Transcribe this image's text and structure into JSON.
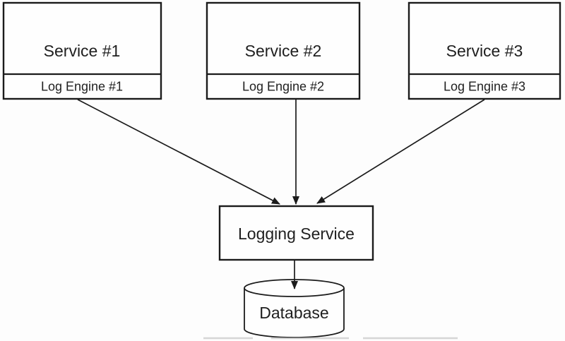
{
  "diagram": {
    "nodes": {
      "services": [
        {
          "title": "Service #1",
          "engine": "Log Engine #1"
        },
        {
          "title": "Service #2",
          "engine": "Log Engine #2"
        },
        {
          "title": "Service #3",
          "engine": "Log Engine #3"
        }
      ],
      "logging_service": "Logging Service",
      "database": "Database"
    },
    "edges": [
      {
        "from": "Log Engine #1",
        "to": "Logging Service"
      },
      {
        "from": "Log Engine #2",
        "to": "Logging Service"
      },
      {
        "from": "Log Engine #3",
        "to": "Logging Service"
      },
      {
        "from": "Logging Service",
        "to": "Database"
      }
    ],
    "colors": {
      "stroke": "#1b1b1b",
      "text": "#1f1f1f",
      "background": "#fdfdfd",
      "artifact": "#bcbcbc"
    }
  }
}
